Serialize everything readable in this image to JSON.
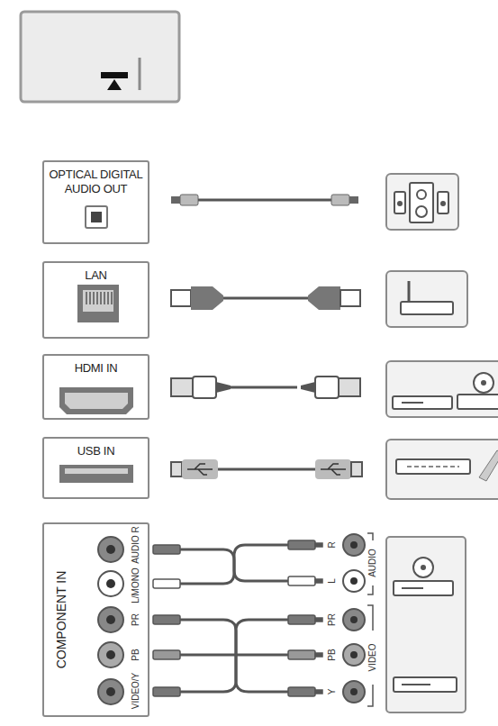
{
  "diagram": {
    "nodes": [
      {
        "text": [
          "OPTICAL DIGITAL AUDIO OUT"
        ]
      },
      {
        "text": [
          "LAN"
        ]
      },
      {
        "text": [
          "HDMI IN"
        ]
      },
      {
        "text": [
          "USB IN"
        ]
      },
      {
        "text": [
          "COMPONENT IN"
        ]
      }
    ],
    "labels": [
      "AUDIO R",
      "L/MONO",
      "PR",
      "PB",
      "VIDEO/Y",
      "R",
      "L",
      "AUDIO",
      "PR",
      "PB",
      "Y",
      "VIDEO"
    ]
  }
}
